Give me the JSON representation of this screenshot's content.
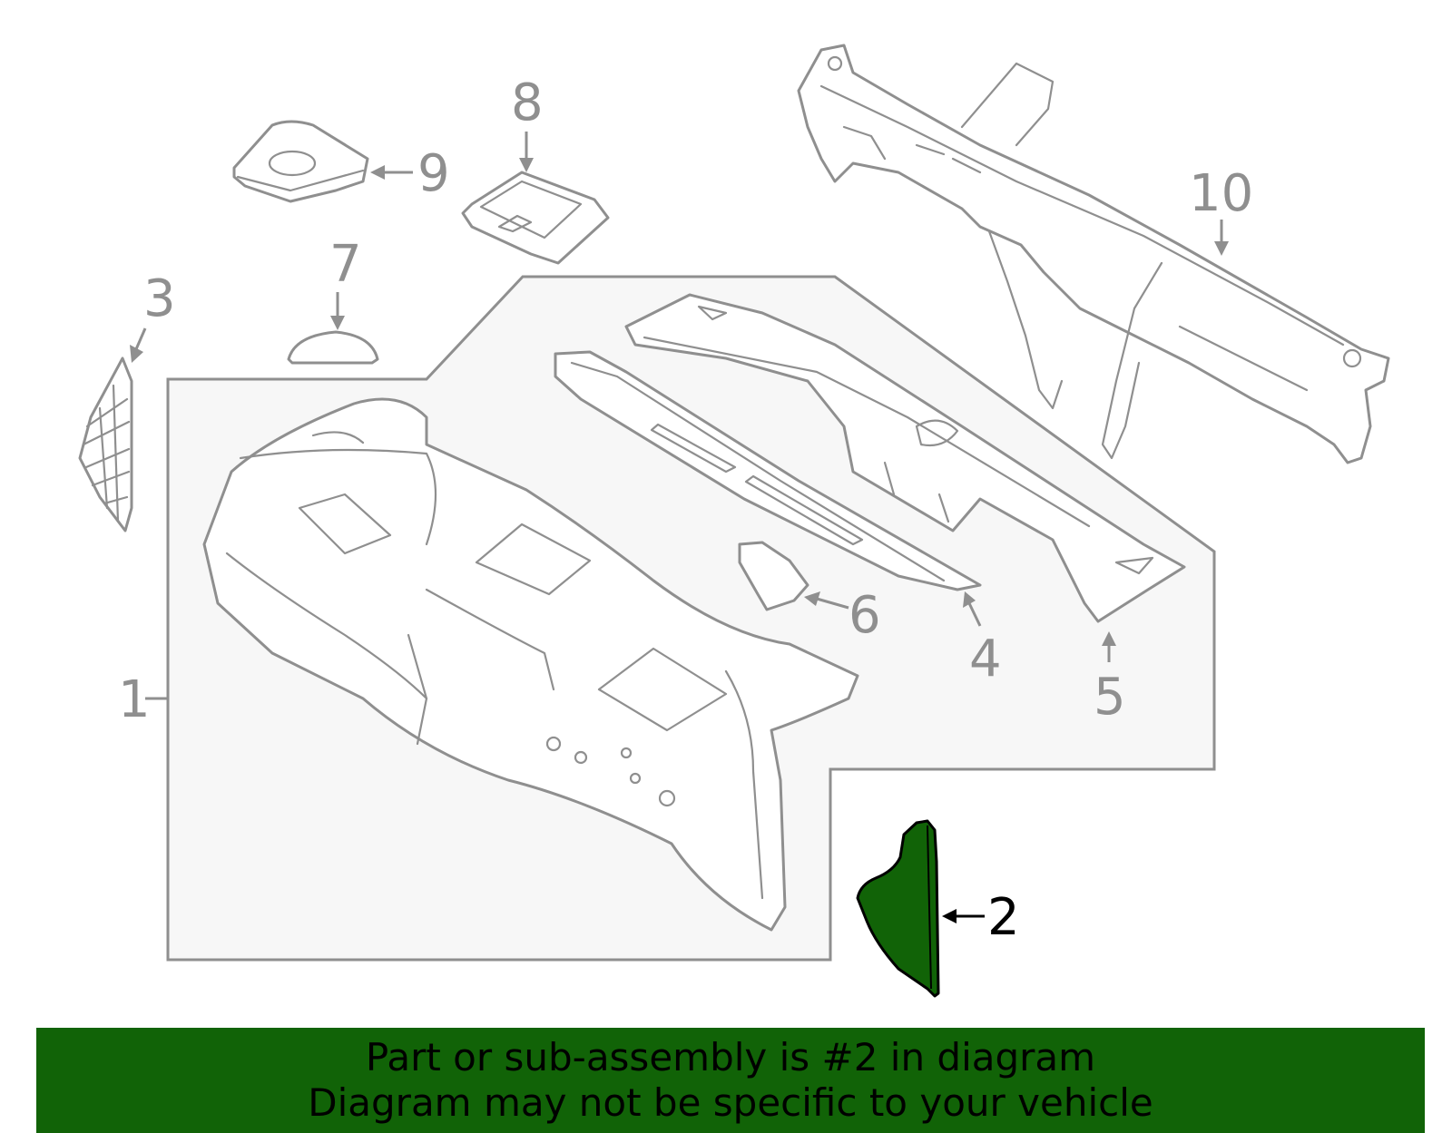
{
  "callouts": {
    "c1": "1",
    "c2": "2",
    "c3": "3",
    "c4": "4",
    "c5": "5",
    "c6": "6",
    "c7": "7",
    "c8": "8",
    "c9": "9",
    "c10": "10"
  },
  "highlighted_part": "2",
  "footer": {
    "line1": "Part or sub-assembly is #2 in diagram",
    "line2": "Diagram may not be specific to your vehicle"
  },
  "colors": {
    "highlight_fill": "#116307",
    "footer_bg": "#116307",
    "line_gray": "#8f8f8f",
    "group_bg": "#f7f7f7"
  }
}
